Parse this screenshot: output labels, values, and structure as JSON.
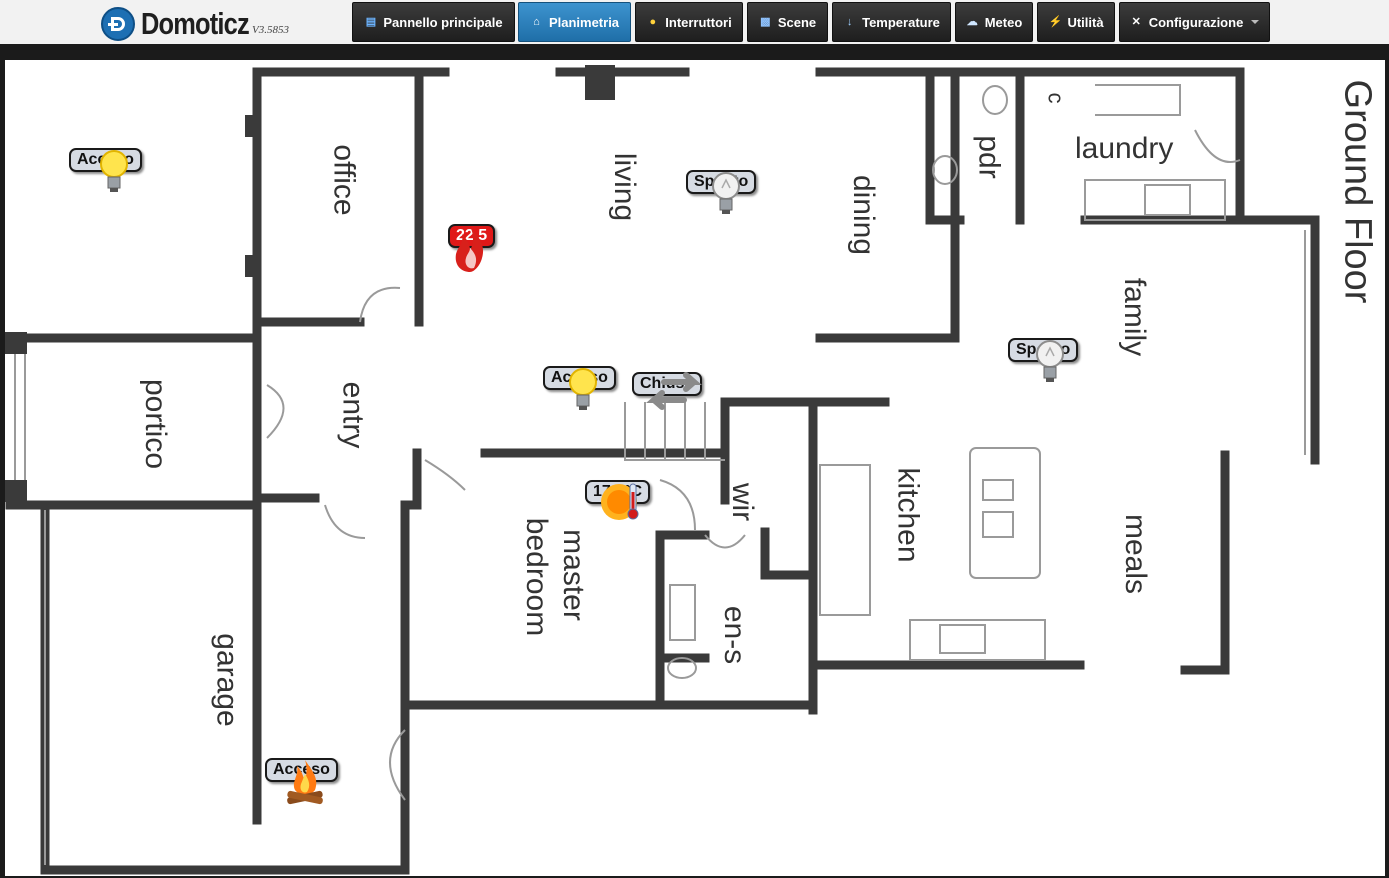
{
  "app": {
    "name": "Domoticz",
    "version": "V3.5853"
  },
  "nav": [
    {
      "id": "dashboard",
      "label": "Pannello principale",
      "icon": "dashboard-icon"
    },
    {
      "id": "floorplan",
      "label": "Planimetria",
      "icon": "home-icon",
      "active": true
    },
    {
      "id": "switches",
      "label": "Interruttori",
      "icon": "bulb-icon"
    },
    {
      "id": "scenes",
      "label": "Scene",
      "icon": "scene-icon"
    },
    {
      "id": "temperature",
      "label": "Temperature",
      "icon": "thermometer-icon"
    },
    {
      "id": "weather",
      "label": "Meteo",
      "icon": "weather-icon"
    },
    {
      "id": "utility",
      "label": "Utilità",
      "icon": "lightning-icon"
    },
    {
      "id": "setup",
      "label": "Configurazione",
      "icon": "tools-icon"
    }
  ],
  "floorplan": {
    "title": "Ground Floor",
    "rooms": [
      "office",
      "living",
      "dining",
      "pdr",
      "laundry",
      "c",
      "family",
      "portico",
      "entry",
      "wir",
      "kitchen",
      "meals",
      "master",
      "bedroom",
      "en-s",
      "garage"
    ]
  },
  "devices": [
    {
      "id": "light-outside",
      "label": "Acceso",
      "icon": "bulb-on-icon"
    },
    {
      "id": "heating-living",
      "label": "22.5",
      "icon": "flame-icon"
    },
    {
      "id": "light-living",
      "label": "Spento",
      "icon": "bulb-off-icon"
    },
    {
      "id": "light-entry",
      "label": "Acceso",
      "icon": "bulb-on-icon"
    },
    {
      "id": "blinds-entry",
      "label": "Chiuso",
      "icon": "arrows-icon"
    },
    {
      "id": "temp-bedroom",
      "label": "17.9°C",
      "icon": "sun-thermometer-icon"
    },
    {
      "id": "light-family",
      "label": "Spento",
      "icon": "bulb-off-icon"
    },
    {
      "id": "fire-garage",
      "label": "Acceso",
      "icon": "campfire-icon"
    }
  ],
  "colors": {
    "accent": "#2a82c2",
    "nav_bg": "#2b2b2b",
    "pill_bg": "#d6dbe3",
    "heat_pill": "#e01818",
    "wall": "#3a3a3a"
  }
}
